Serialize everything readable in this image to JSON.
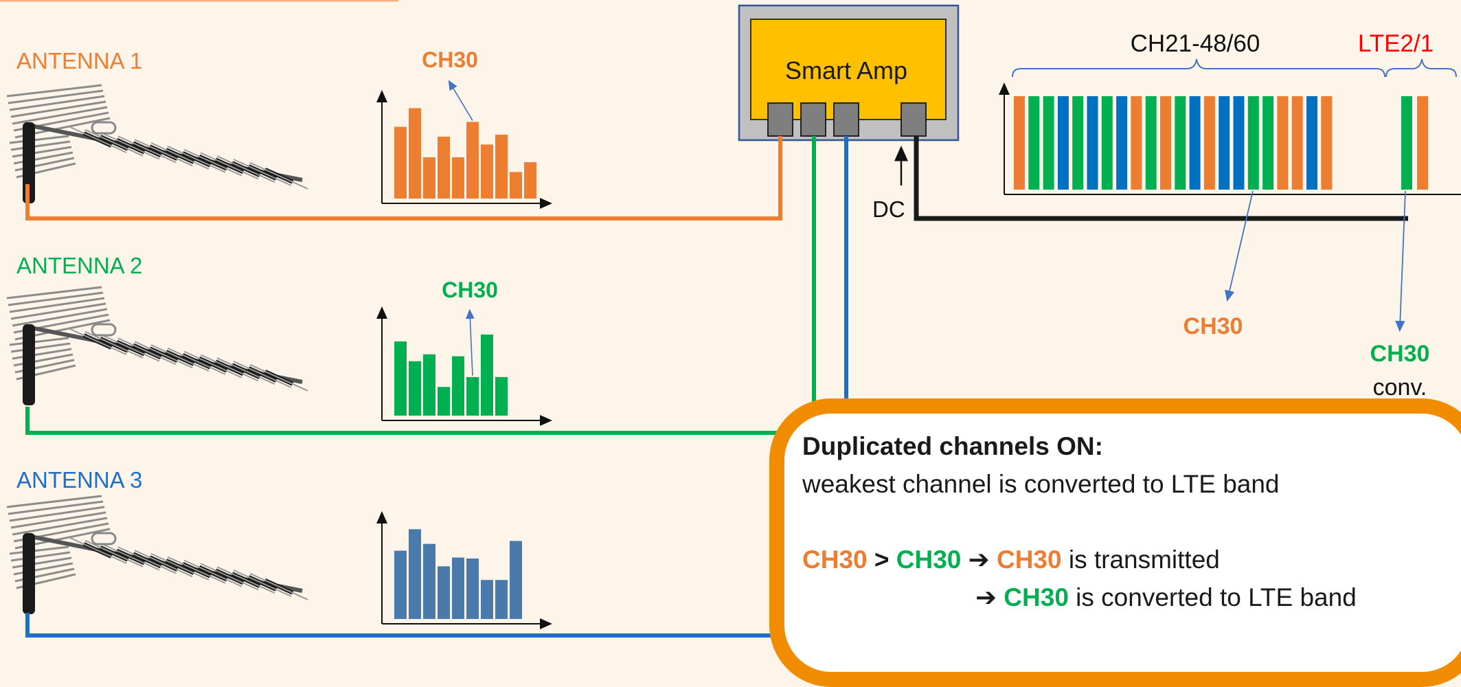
{
  "colors": {
    "background": "#fdf4ea",
    "antenna1": "#ed7d31",
    "antenna2": "#00b050",
    "antenna3": "#1f6fc4",
    "bars3": "#4a79ac",
    "amp_fill": "#ffc000",
    "amp_frame": "#c0c0c0",
    "amp_border": "#2f5597",
    "port": "#7f7f7f",
    "dc_line": "#1a1a1a",
    "lte_label": "#ff0000",
    "callout_border": "#f18c00"
  },
  "antennas": [
    {
      "label": "ANTENNA 1",
      "color_key": "antenna1",
      "channel_label": "CH30",
      "bars": [
        0.73,
        0.92,
        0.42,
        0.63,
        0.42,
        0.78,
        0.55,
        0.65,
        0.27,
        0.37
      ],
      "highlight_index": 5
    },
    {
      "label": "ANTENNA 2",
      "color_key": "antenna2",
      "channel_label": "CH30",
      "bars": [
        0.75,
        0.55,
        0.62,
        0.29,
        0.6,
        0.39,
        0.82,
        0.39
      ],
      "highlight_index": 5
    },
    {
      "label": "ANTENNA 3",
      "color_key": "antenna3",
      "channel_label": "",
      "bars": [
        0.7,
        0.92,
        0.77,
        0.54,
        0.63,
        0.62,
        0.4,
        0.4,
        0.8
      ],
      "highlight_index": -1
    }
  ],
  "amp": {
    "label": "Smart Amp",
    "dc_label": "DC"
  },
  "spectrum": {
    "band_label": "CH21-48/60",
    "lte_label": "LTE2/1",
    "bars": [
      "or",
      "gr",
      "gr",
      "bl",
      "gr",
      "bl",
      "gr",
      "bl",
      "or",
      "gr",
      "or",
      "gr",
      "bl",
      "or",
      "bl",
      "bl",
      "gr",
      "gr",
      "or",
      "or",
      "bl",
      "or"
    ],
    "lte_bars": [
      "gr",
      "or"
    ]
  },
  "result": {
    "ch_label": "CH30",
    "conv_ch_label": "CH30",
    "conv_label": "conv."
  },
  "callout": {
    "title": "Duplicated channels ON:",
    "subtitle": "weakest channel is converted to LTE band",
    "l3_ch1": "CH30",
    "l3_gt": ">",
    "l3_ch2": "CH30",
    "l3_arrow": "➔",
    "l3_ch3": "CH30",
    "l3_tail": " is transmitted",
    "l4_arrow": "➔",
    "l4_ch": "CH30",
    "l4_tail": " is converted to LTE band"
  }
}
